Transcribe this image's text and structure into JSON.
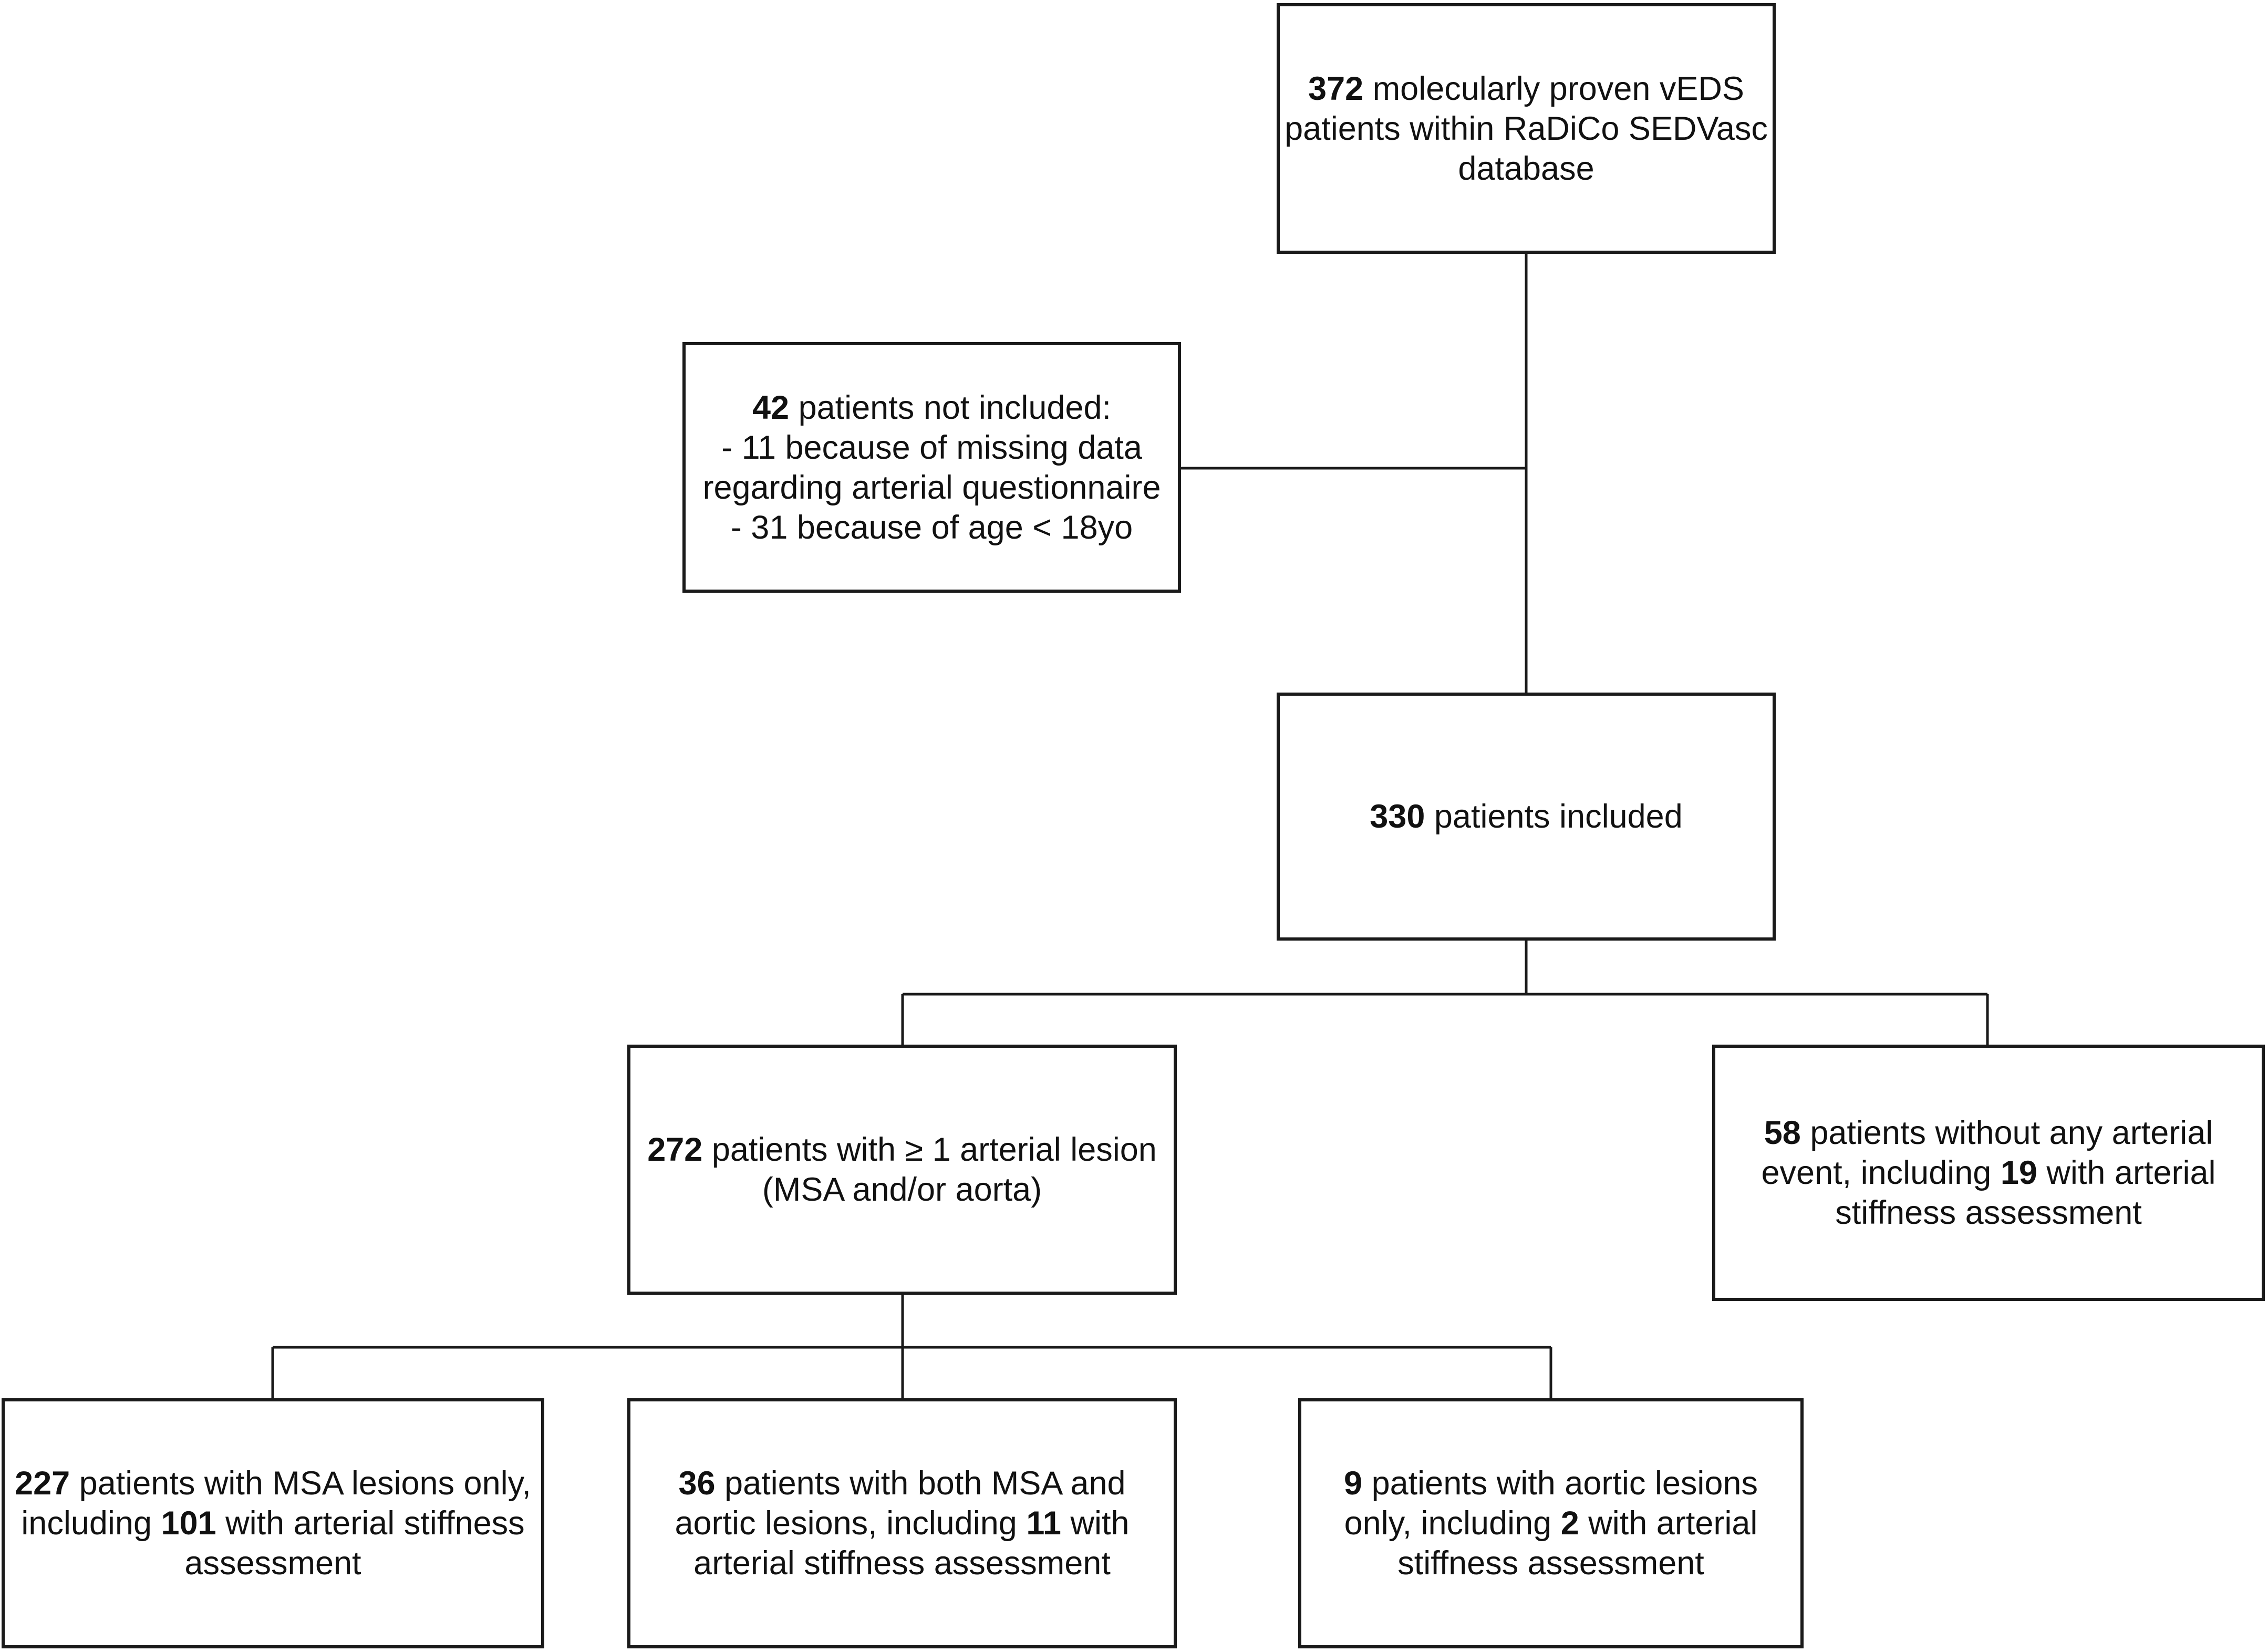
{
  "nodes": {
    "root": {
      "lines": [
        [
          {
            "b": "372"
          },
          {
            "t": " molecularly proven vEDS"
          }
        ],
        [
          {
            "t": "patients within RaDiCo SEDVasc"
          }
        ],
        [
          {
            "t": "database"
          }
        ]
      ]
    },
    "excluded": {
      "lines": [
        [
          {
            "b": "42"
          },
          {
            "t": " patients not included:"
          }
        ],
        [
          {
            "t": "- 11 because of missing data"
          }
        ],
        [
          {
            "t": "regarding arterial questionnaire"
          }
        ],
        [
          {
            "t": "- 31 because of age < 18yo"
          }
        ]
      ]
    },
    "included": {
      "lines": [
        [
          {
            "b": "330"
          },
          {
            "t": " patients included"
          }
        ]
      ]
    },
    "arterial_lesion": {
      "lines": [
        [
          {
            "b": "272"
          },
          {
            "t": " patients with ≥ 1 arterial lesion"
          }
        ],
        [
          {
            "t": "(MSA and/or aorta)"
          }
        ]
      ]
    },
    "no_event": {
      "lines": [
        [
          {
            "b": "58"
          },
          {
            "t": " patients without any arterial"
          }
        ],
        [
          {
            "t": "event, including "
          },
          {
            "b": "19"
          },
          {
            "t": " with arterial"
          }
        ],
        [
          {
            "t": "stiffness assessment"
          }
        ]
      ]
    },
    "msa_only": {
      "lines": [
        [
          {
            "b": "227"
          },
          {
            "t": " patients with MSA lesions only,"
          }
        ],
        [
          {
            "t": "including "
          },
          {
            "b": "101"
          },
          {
            "t": " with arterial stiffness"
          }
        ],
        [
          {
            "t": "assessment"
          }
        ]
      ]
    },
    "msa_and_aortic": {
      "lines": [
        [
          {
            "b": "36"
          },
          {
            "t": " patients with both MSA and"
          }
        ],
        [
          {
            "t": "aortic lesions, including "
          },
          {
            "b": "11"
          },
          {
            "t": " with"
          }
        ],
        [
          {
            "t": "arterial stiffness assessment"
          }
        ]
      ]
    },
    "aortic_only": {
      "lines": [
        [
          {
            "b": "9"
          },
          {
            "t": " patients with aortic lesions"
          }
        ],
        [
          {
            "t": "only, including "
          },
          {
            "b": "2"
          },
          {
            "t": " with arterial"
          }
        ],
        [
          {
            "t": "stiffness assessment"
          }
        ]
      ]
    }
  },
  "edges": [
    {
      "from": "root",
      "to": "included"
    },
    {
      "from": "root",
      "to": "excluded"
    },
    {
      "from": "included",
      "to": "arterial_lesion"
    },
    {
      "from": "included",
      "to": "no_event"
    },
    {
      "from": "arterial_lesion",
      "to": "msa_only"
    },
    {
      "from": "arterial_lesion",
      "to": "msa_and_aortic"
    },
    {
      "from": "arterial_lesion",
      "to": "aortic_only"
    }
  ]
}
